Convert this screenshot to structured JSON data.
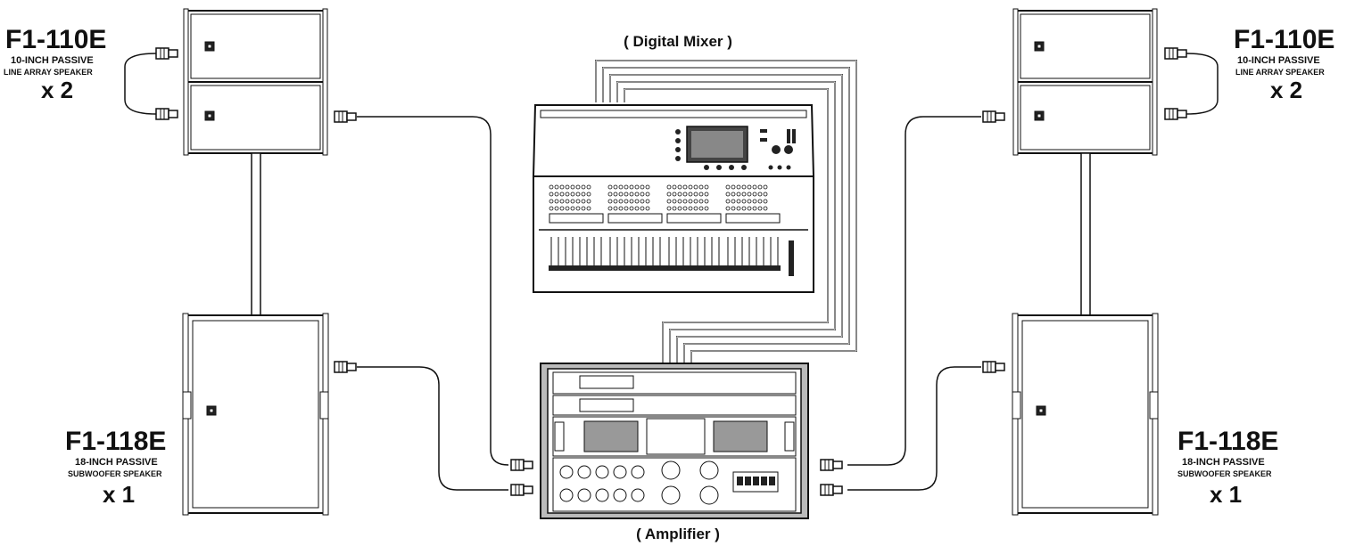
{
  "labels": {
    "mixer": "( Digital Mixer )",
    "amplifier": "( Amplifier )"
  },
  "top_left": {
    "model": "F1-110E",
    "line1": "10-INCH PASSIVE",
    "line2": "LINE ARRAY SPEAKER",
    "qty": "x 2"
  },
  "top_right": {
    "model": "F1-110E",
    "line1": "10-INCH PASSIVE",
    "line2": "LINE ARRAY SPEAKER",
    "qty": "x 2"
  },
  "bottom_left": {
    "model": "F1-118E",
    "line1": "18-INCH PASSIVE",
    "line2": "SUBWOOFER SPEAKER",
    "qty": "x 1"
  },
  "bottom_right": {
    "model": "F1-118E",
    "line1": "18-INCH PASSIVE",
    "line2": "SUBWOOFER SPEAKER",
    "qty": "x 1"
  }
}
